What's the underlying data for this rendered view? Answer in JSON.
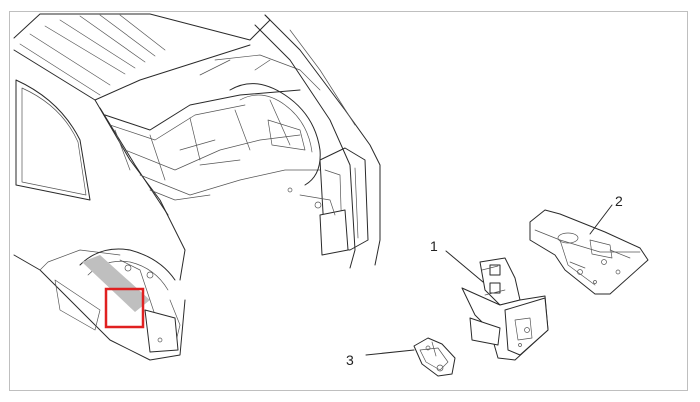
{
  "diagram": {
    "callouts": [
      {
        "id": "part-1",
        "label": "1"
      },
      {
        "id": "part-2",
        "label": "2"
      },
      {
        "id": "part-3",
        "label": "3"
      }
    ],
    "highlight_color": "#e02020",
    "gray_band_color": "#bfbfbf"
  }
}
